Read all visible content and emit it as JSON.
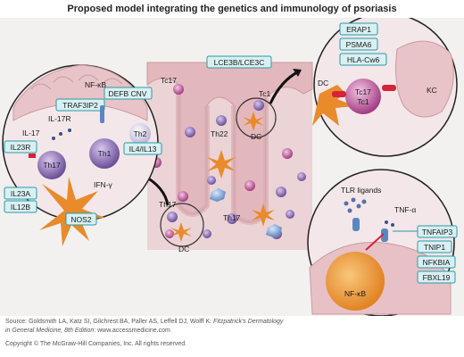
{
  "title": "Proposed model integrating the genetics and immunology of psoriasis",
  "labels": {
    "lce3": "LCE3B/LCE3C",
    "nfkb_top": "NF-κB",
    "defb": "DEFB CNV",
    "traf3ip2": "TRAF3IP2",
    "il17r": "IL-17R",
    "il17": "IL-17",
    "il23r": "IL23R",
    "th17_left": "Th17",
    "th1": "Th1",
    "th2": "Th2",
    "il4il13": "IL4/IL13",
    "ifng": "IFN-γ",
    "il23a": "IL23A",
    "il12b": "IL12B",
    "nos2": "NOS2",
    "tc17_mid": "Tc17",
    "th22": "Th22",
    "tc1_mid": "Tc1",
    "dc_mid": "DC",
    "th17_mid": "Th17",
    "th17_bottom": "Th17",
    "dc_bottom": "DC",
    "erap1": "ERAP1",
    "psma6": "PSMA6",
    "hlacw6": "HLA-Cw6",
    "dc_right": "DC",
    "kc": "KC",
    "tc17_right": "Tc17",
    "tc1_right": "Tc1",
    "tlr": "TLR ligands",
    "tnfa": "TNF-α",
    "tnfaip3": "TNFAIP3",
    "tnip1": "TNIP1",
    "nfkbia": "NFKBIA",
    "fbxl19": "FBXL19",
    "nfkb_bottom": "NF-κB"
  },
  "footer": {
    "source_prefix": "Source: Goldsmith LA, Katz SI, Gilchrest BA, Paller AS, Leffell DJ, Wolff K: ",
    "source_title": "Fitzpatrick's Dermatology",
    "source_line2_italic": "in General Medicine, 8th Edition",
    "source_line2_rest": ": www.accessmedicine.com",
    "copyright": "Copyright © The McGraw-Hill Companies, Inc. All rights reserved."
  },
  "colors": {
    "border": "#2a9aa6",
    "box_fill": "#d9f0f2",
    "tissue": "#eecdd0",
    "cell_purple": "#8c6bb0",
    "cell_magenta": "#b5498f",
    "dc_orange": "#e98a2b",
    "nucleus": "#f0a540"
  }
}
